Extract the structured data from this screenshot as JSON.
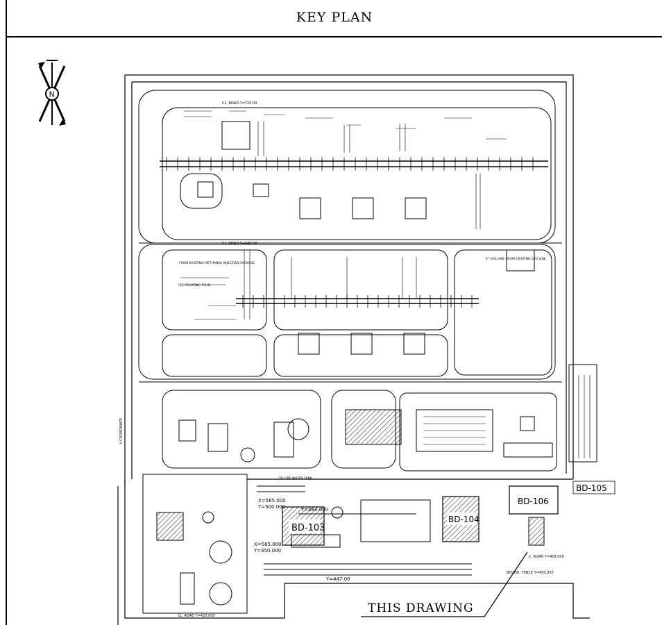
{
  "title": "KEY PLAN",
  "callout": "THIS DRAWING",
  "buildings": {
    "bd103": "BD-103",
    "bd104": "BD-104",
    "bd105": "BD-105",
    "bd106": "BD-106"
  },
  "coords": {
    "x565_1": "X=565.000",
    "y500": "Y=500.000",
    "x565_2": "X=565.000",
    "y450": "Y=450.000",
    "y484": "Y=484.000",
    "y459": "Y=459.000",
    "y447": "Y=447.00"
  },
  "road_labels": {
    "cl_road_top": "CL. ROAD Y=720.00",
    "cl_road_mid": "CL. ROAD Y=640.00",
    "cl_road_bottom": "CL. ROAD Y=420.000",
    "bound_fence": "BOUND. FENCE Y=450.000",
    "coordinate": "X COORDINATE",
    "road_459": "C. ROAD Y=459.000"
  },
  "notes": {
    "fire_fighting": "FIRE FIGHTING TIE IN",
    "to_fire_water": "TO FIRE WATER TANK",
    "from_existing": "FROM EXISTING METHANOL INJECTION PACKAGE",
    "gas_line": "6\" GAS LINE FROM EXISTING GAS LINE"
  },
  "north_label": "N"
}
